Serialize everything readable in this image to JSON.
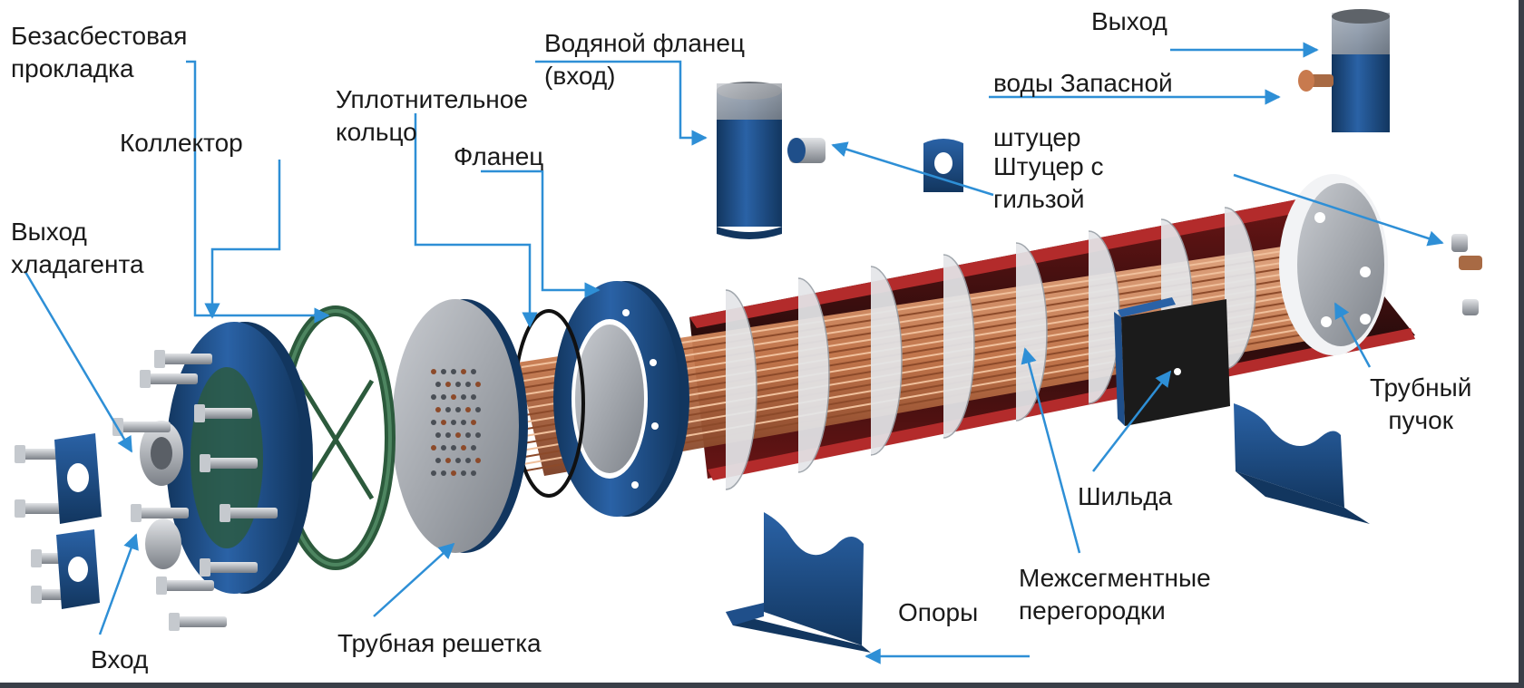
{
  "colors": {
    "callout_line": "#2e8fd6",
    "steel_blue": "#1f4f8a",
    "steel_blue_dark": "#12365f",
    "copper": "#c87a4e",
    "copper_dark": "#8c4a2a",
    "gasket_green": "#2c5a3c",
    "plate_gray": "#a9adb3",
    "shell_red": "#a02222"
  },
  "labels": {
    "asbestos_free_gasket": [
      "Безасбестовая",
      "прокладка"
    ],
    "collector": [
      "Коллектор"
    ],
    "refrigerant_outlet": [
      "Выход",
      "хладагента"
    ],
    "inlet": [
      "Вход"
    ],
    "sealing_ring": [
      "Уплотнительное",
      "кольцо"
    ],
    "flange": [
      "Фланец"
    ],
    "water_flange_inlet": [
      "Водяной фланец",
      "(вход)"
    ],
    "water_outlet": [
      "Выход"
    ],
    "spare_water_fitting": [
      "воды Запасной",
      "штуцер"
    ],
    "sleeve_fitting": [
      "Штуцер с",
      "гильзой"
    ],
    "tube_bundle": [
      "Трубный",
      "пучок"
    ],
    "nameplate": [
      "Шильда"
    ],
    "baffles": [
      "Межсегментные",
      "перегородки"
    ],
    "supports": [
      "Опоры"
    ],
    "tube_sheet": [
      "Трубная решетка"
    ]
  }
}
